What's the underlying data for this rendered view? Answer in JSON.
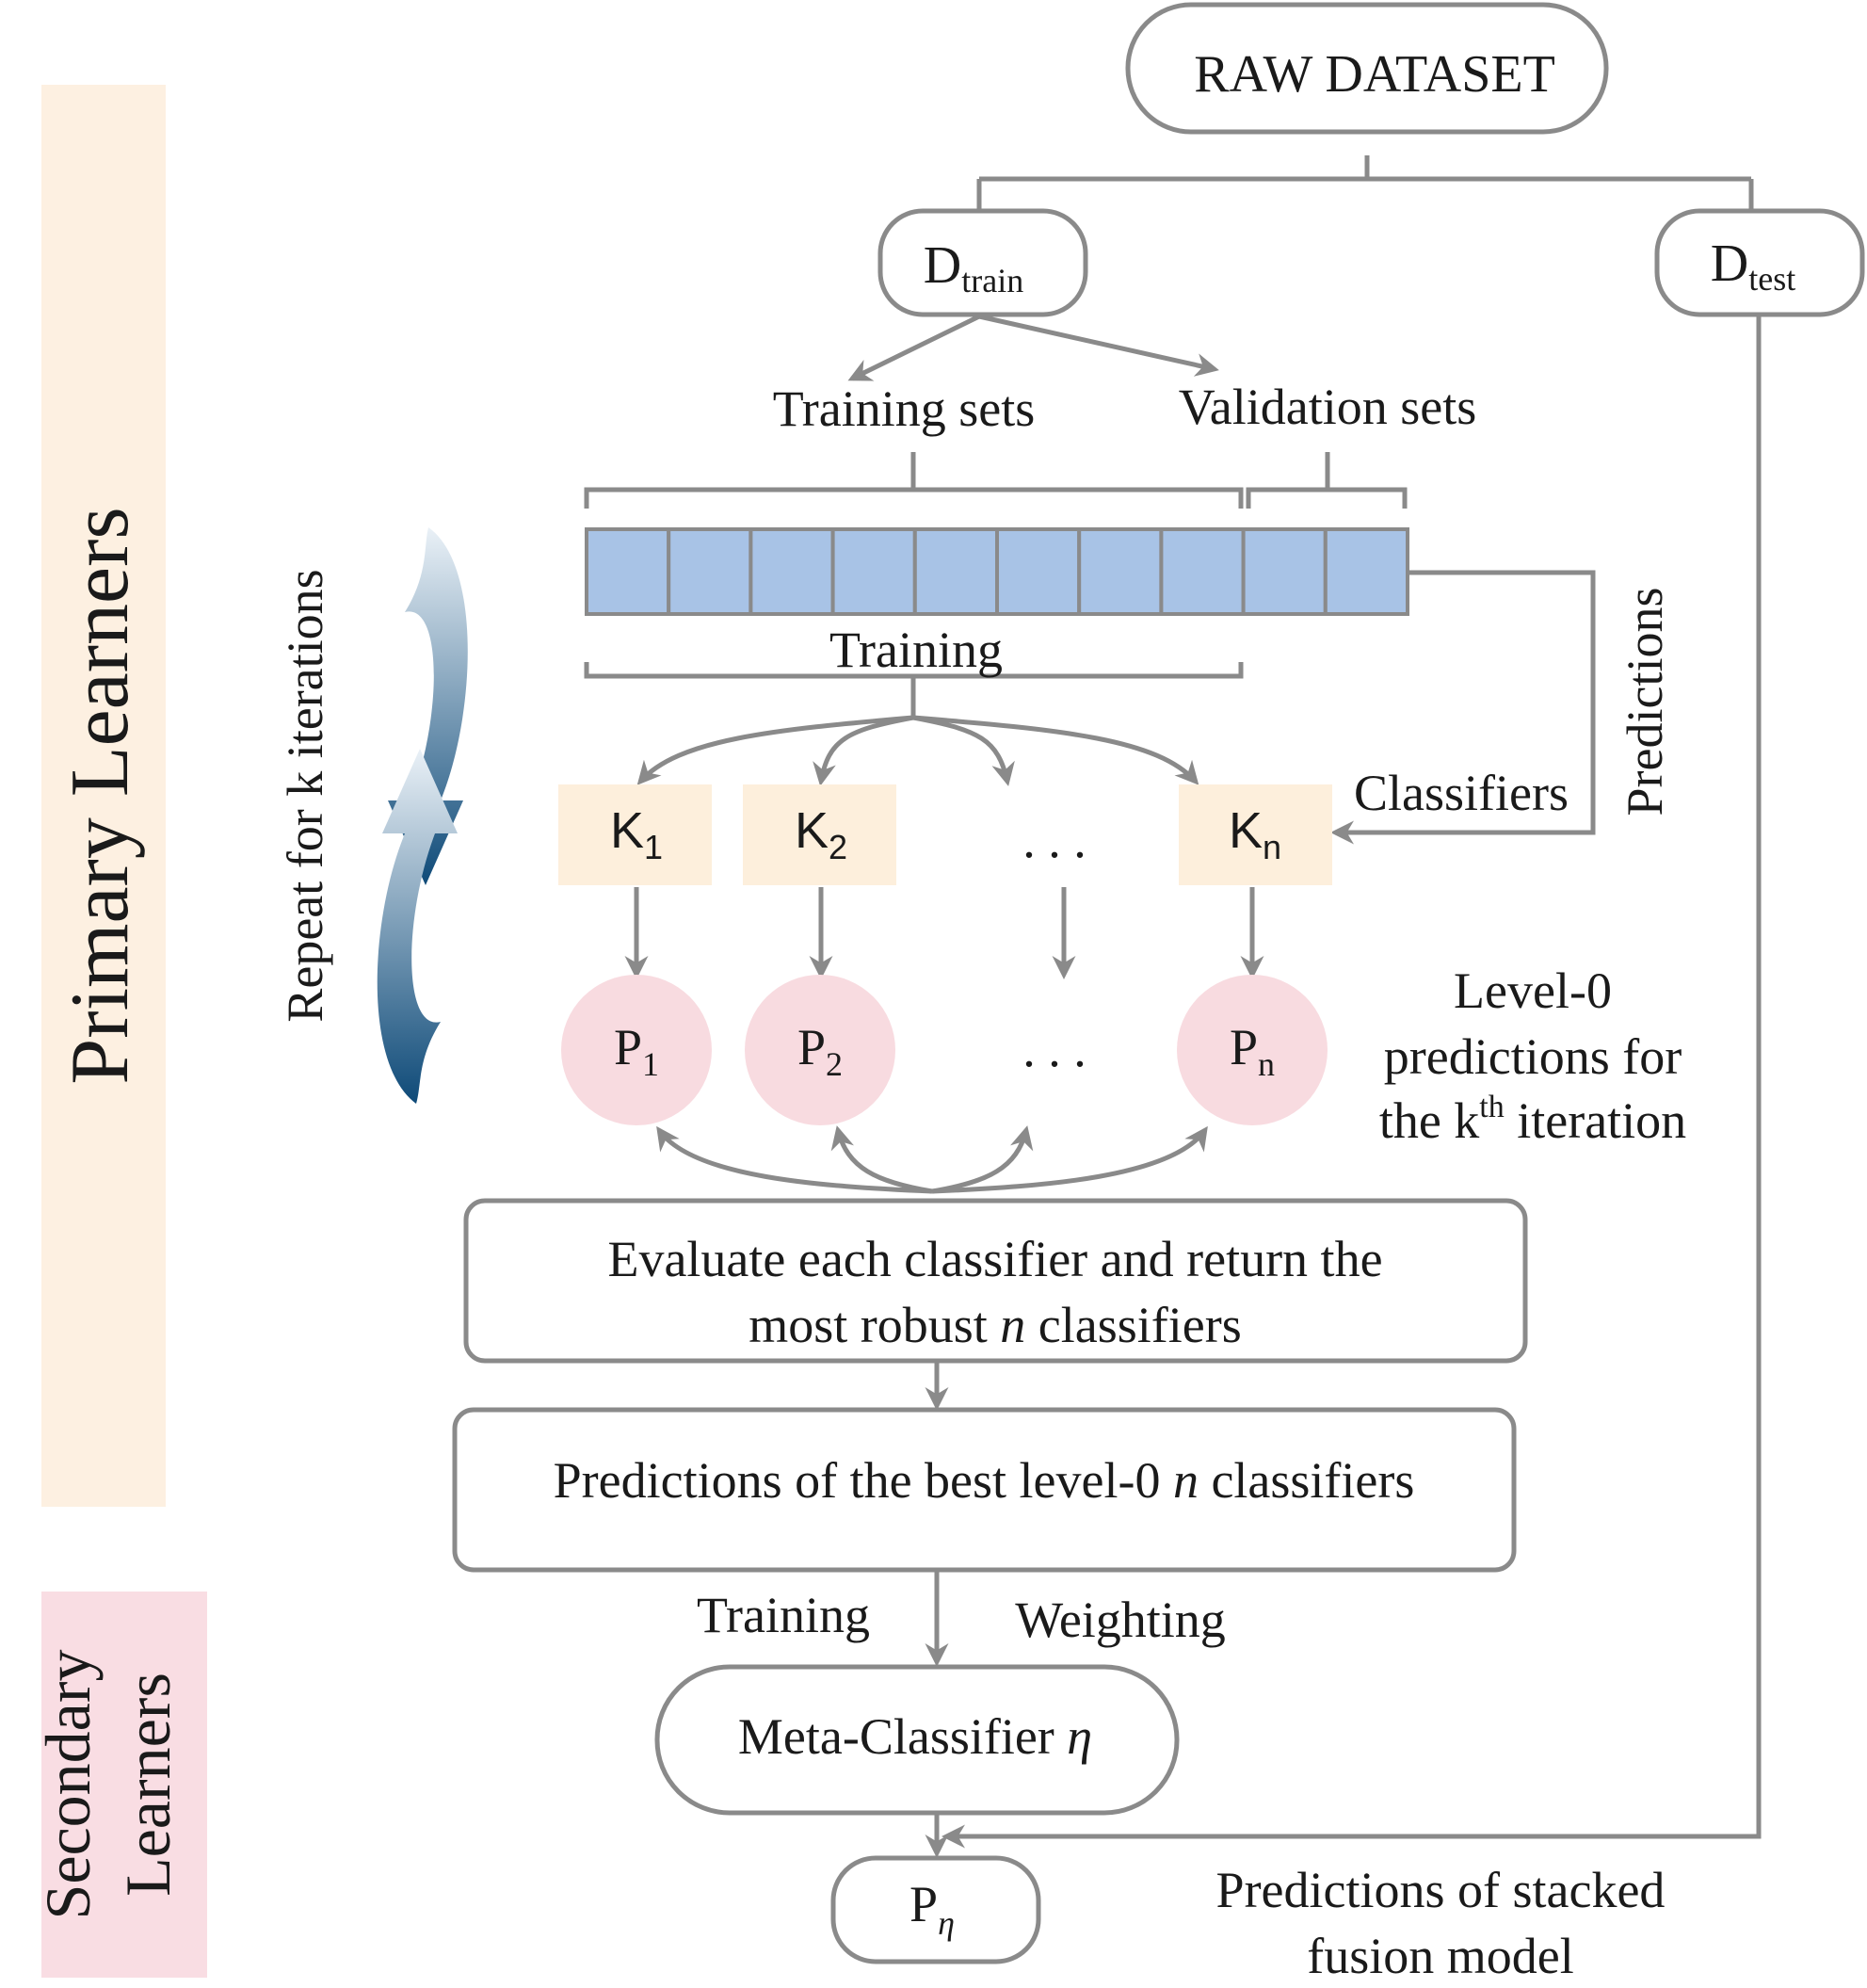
{
  "bands": {
    "primary": "Primary Learners",
    "secondary_line1": "Secondary",
    "secondary_line2": "Learners"
  },
  "loop_label": "Repeat for k iterations",
  "raw_dataset": "RAW DATASET",
  "d_train": {
    "main": "D",
    "sub": "train"
  },
  "d_test": {
    "main": "D",
    "sub": "test"
  },
  "split_labels": {
    "training_sets": "Training sets",
    "validation_sets": "Validation sets"
  },
  "folds": 10,
  "training_label": "Training",
  "predictions_label": "Predictions",
  "classifiers_label": "Classifiers",
  "classifiers": [
    {
      "main": "K",
      "sub": "1"
    },
    {
      "main": "K",
      "sub": "2"
    },
    {
      "main": "K",
      "sub": "n"
    }
  ],
  "ellipsis": ". . .",
  "predictions": [
    {
      "main": "P",
      "sub": "1"
    },
    {
      "main": "P",
      "sub": "2"
    },
    {
      "main": "P",
      "sub": "n"
    }
  ],
  "level0_note": {
    "line1": "Level-0",
    "line2": "predictions for",
    "line3_pre": "the k",
    "line3_sup": "th",
    "line3_post": " iteration"
  },
  "evaluate_box": {
    "line1": "Evaluate each classifier and return the",
    "line2_pre": "most robust ",
    "line2_italic": "n",
    "line2_post": " classifiers"
  },
  "best_box": {
    "pre": "Predictions of the best level-0 ",
    "italic": "n",
    "post": " classifiers"
  },
  "flow_labels": {
    "training": "Training",
    "weighting": "Weighting"
  },
  "meta_box": {
    "pre": "Meta-Classifier ",
    "italic": "η"
  },
  "final_box": {
    "main": "P",
    "sub": "η"
  },
  "final_note": {
    "line1": "Predictions of stacked",
    "line2": "fusion model"
  },
  "colors": {
    "primary_band": "#fdf0e1",
    "secondary_band": "#f9dde3",
    "fold_fill": "#a8c3e6",
    "fold_stroke": "#8a8a8a",
    "classifier_fill": "#fdefdc",
    "prediction_fill": "#f8dbe0",
    "line": "#8a8a8a",
    "loop_dark": "#0e4a78",
    "loop_light": "#d6e3ef"
  }
}
